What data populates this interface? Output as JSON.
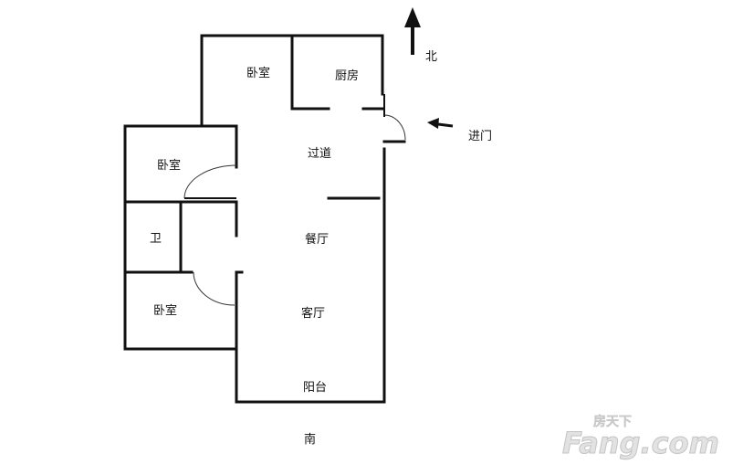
{
  "rooms": {
    "bedroom_top": "卧室",
    "kitchen": "厨房",
    "corridor": "过道",
    "bedroom_left": "卧室",
    "bathroom": "卫",
    "dining": "餐厅",
    "bedroom_bottom": "卧室",
    "living": "客厅",
    "balcony": "阳台"
  },
  "directions": {
    "north": "北",
    "south": "南",
    "entrance": "进门"
  },
  "watermark": {
    "brand": "Fang.com",
    "cn": "房天下"
  },
  "colors": {
    "wall": "#111111",
    "background": "#ffffff",
    "watermark": "#d9d9d9"
  }
}
